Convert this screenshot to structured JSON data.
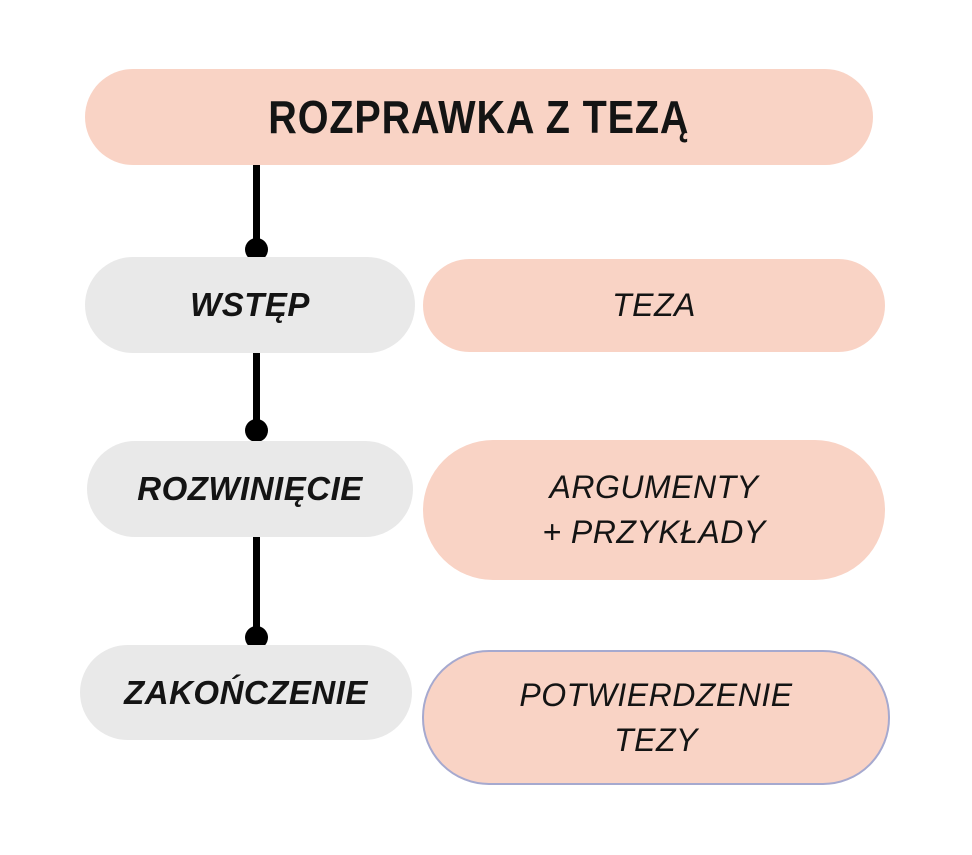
{
  "diagram": {
    "title": "ROZPRAWKA Z TEZĄ",
    "stages": [
      {
        "name": "WSTĘP",
        "detail": "TEZA"
      },
      {
        "name": "ROZWINIĘCIE",
        "detail": "ARGUMENTY\n+ PRZYKŁADY"
      },
      {
        "name": "ZAKOŃCZENIE",
        "detail": "POTWIERDZENIE\nTEZY"
      }
    ],
    "colors": {
      "node_pink": "#f9d3c5",
      "node_gray": "#e9e9e9",
      "connector_black": "#000000",
      "highlight_outline": "#a6a9cf",
      "text": "#141414",
      "background": "#ffffff"
    }
  }
}
